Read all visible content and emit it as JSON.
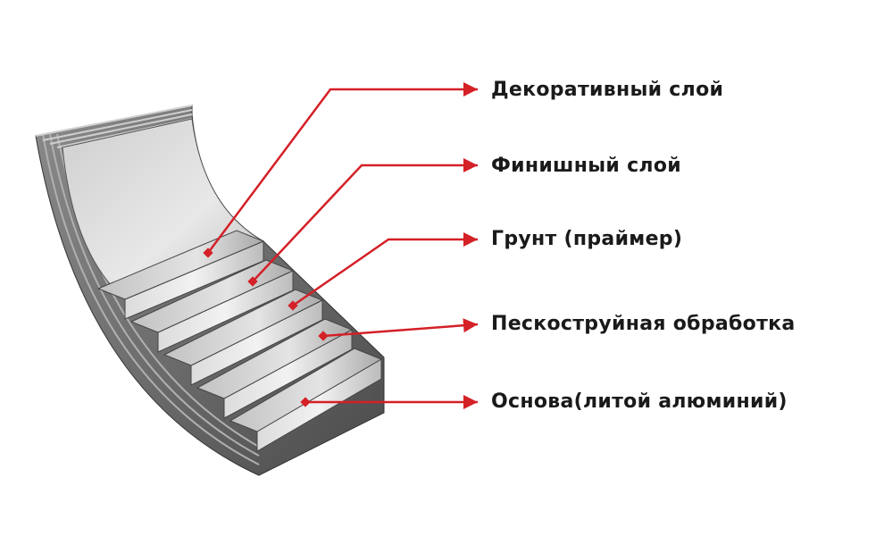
{
  "title": "Layer structure of cast aluminum cookware",
  "colors": {
    "arrow": "#d42027",
    "text": "#1a1a1a"
  },
  "layers": [
    {
      "label": "Декоративный слой"
    },
    {
      "label": "Финишный слой"
    },
    {
      "label": "Грунт (праймер)"
    },
    {
      "label": "Пескоструйная обработка"
    },
    {
      "label": "Основа(литой алюминий)"
    }
  ]
}
